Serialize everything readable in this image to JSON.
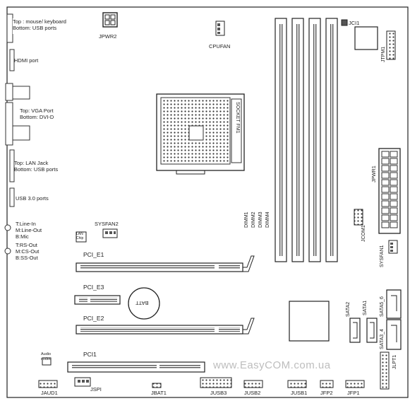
{
  "io": {
    "ps2_usb": "Top : mouse/ keyboard\nBottom: USB ports",
    "hdmi": "HDMI port",
    "vga_dvi": "Top: VGA Port\nBottom: DVI-D",
    "lan_usb": "Top: LAN Jack\nBottom: USB ports",
    "usb3": "USB 3.0 ports",
    "audio1": "T:Line-In\nM:Line-Out\nB:Mic",
    "audio2": "T:RS-Out\nM:CS-Out\nB:SS-Out"
  },
  "labels": {
    "jpwr2": "JPWR2",
    "cpufan": "CPUFAN",
    "jci1": "JCI1",
    "jtpm1": "JTPM1",
    "socket": "SOCKET FM1",
    "dimm1": "DIMM1",
    "dimm2": "DIMM2",
    "dimm3": "DIMM3",
    "dimm4": "DIMM4",
    "jpwr1": "JPWR1",
    "jcom1": "JCOM1",
    "sysfan1": "SYSFAN1",
    "sysfan2": "SYSFAN2",
    "lan_chip": "LAN\nChip",
    "pci_e1": "PCI_E1",
    "pci_e3": "PCI_E3",
    "pci_e2": "PCI_E2",
    "pci1": "PCI1",
    "batt": "BATT",
    "sata2": "SATA2",
    "sata1": "SATA1",
    "sata56": "SATA5_6",
    "sata34": "SATA3_4",
    "jlpt1": "JLPT1",
    "audio_codec": "Audio\ncodec",
    "jaud1": "JAUD1",
    "jspi": "JSPI",
    "jbat1": "JBAT1",
    "jusb3": "JUSB3",
    "jusb2": "JUSB2",
    "jusb1": "JUSB1",
    "jfp2": "JFP2",
    "jfp1": "JFP1"
  },
  "watermark": "www.EasyCOM.com.ua"
}
